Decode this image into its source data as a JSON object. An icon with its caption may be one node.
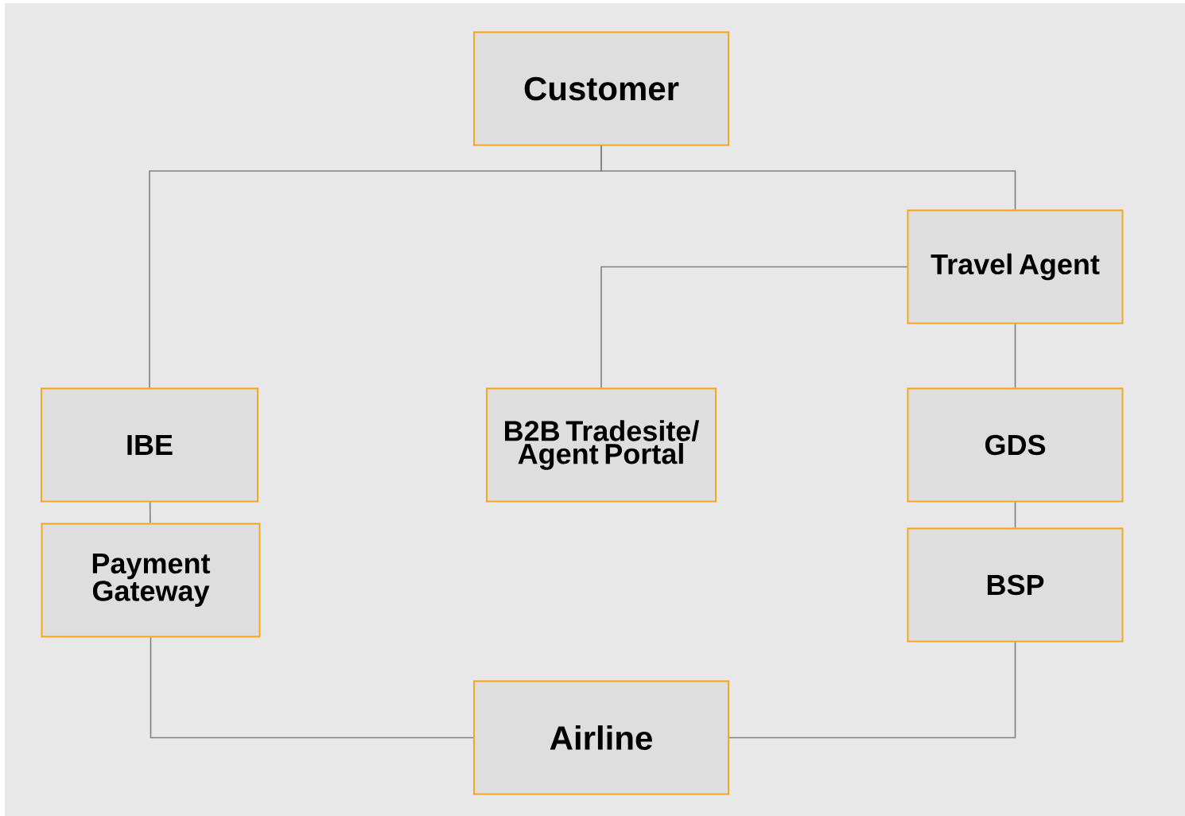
{
  "diagram": {
    "nodes": [
      {
        "text": [
          "Customer"
        ]
      },
      {
        "text": [
          "Travel Agent"
        ]
      },
      {
        "text": [
          "IBE"
        ]
      },
      {
        "text": [
          "B2B Tradesite/ Agent Portal"
        ]
      },
      {
        "text": [
          "GDS"
        ]
      },
      {
        "text": [
          "Payment Gateway"
        ]
      },
      {
        "text": [
          "BSP"
        ]
      },
      {
        "text": [
          "Airline"
        ]
      }
    ],
    "edges": [
      {
        "from": 0,
        "to": 2,
        "arrow": "none"
      },
      {
        "from": 0,
        "to": 1,
        "arrow": "none"
      },
      {
        "from": 1,
        "to": 3,
        "arrow": "none"
      },
      {
        "from": 1,
        "to": 4,
        "arrow": "none"
      },
      {
        "from": 2,
        "to": 5,
        "arrow": "none"
      },
      {
        "from": 4,
        "to": 6,
        "arrow": "none"
      },
      {
        "from": 5,
        "to": 7,
        "arrow": "none"
      },
      {
        "from": 6,
        "to": 7,
        "arrow": "none"
      }
    ]
  }
}
